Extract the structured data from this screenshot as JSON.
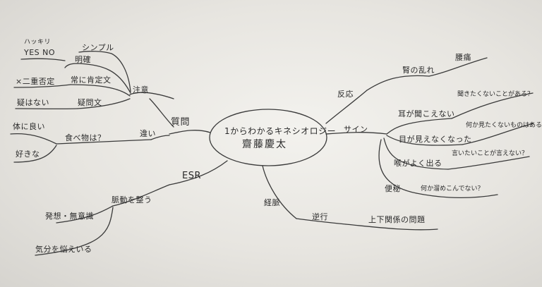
{
  "center": {
    "line1": "1からわかるキネシオロジー",
    "line2": "齋藤慶太"
  },
  "branches": {
    "question": {
      "label": "質問",
      "caution": {
        "label": "注意",
        "simple": "シンプル",
        "hakkiri": "ハッキリ",
        "yesno": "YES NO",
        "clear": "明確",
        "negative": "常に肯定文",
        "double": "×二重否定",
        "doubt": "疑問文",
        "ng": "疑はない"
      },
      "difference": {
        "label": "違い",
        "food": "食べ物は？",
        "body": "体に良い",
        "like": "好きな"
      }
    },
    "esr": {
      "label": "ESR",
      "pulse": "脈動を整う",
      "emotion": "発想・無意識",
      "mood": "気分を悩えいる"
    },
    "sign": {
      "label": "サイン",
      "reflex": "反応",
      "kidney": "腎の乱れ",
      "pain": "腰痛",
      "ear": "耳が聞こえない",
      "ear_q": "聞きたくないことがある？",
      "eye": "目が見えなくなった",
      "eye_q": "何か見たくないものはある？",
      "throat": "喉がよく出る",
      "throat_q": "言いたいことが言えない？",
      "constipation": "便秘",
      "constipation_q": "何か溜めこんでない？"
    },
    "meridian": {
      "label": "経脈",
      "reverse": "逆行",
      "relation": "上下関係の問題"
    }
  }
}
